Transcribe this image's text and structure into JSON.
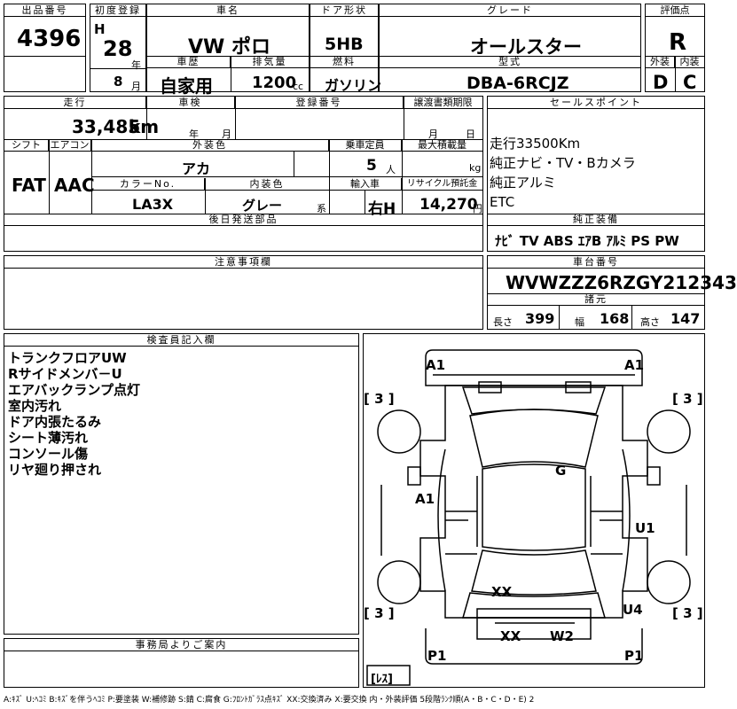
{
  "header": {
    "lot_no_label": "出品番号",
    "lot_no": "4396",
    "first_reg_label": "初度登録",
    "era": "H",
    "year": "28",
    "year_unit": "年",
    "month": "8",
    "month_unit": "月",
    "car_name_label": "車名",
    "car_name": "VW ポロ",
    "door_label": "ドア形状",
    "door": "5HB",
    "grade_label": "グレード",
    "grade": "オールスター",
    "score_label": "評価点",
    "score": "R",
    "history_label": "車歴",
    "history": "自家用",
    "displacement_label": "排気量",
    "displacement": "1200",
    "displacement_unit": "cc",
    "fuel_label": "燃料",
    "fuel": "ガソリン",
    "model_label": "型式",
    "model": "DBA-6RCJZ",
    "exterior_label": "外装",
    "exterior": "D",
    "interior_label": "内装",
    "interior": "C"
  },
  "row2": {
    "mileage_label": "走行",
    "mileage": "33,485",
    "mileage_unit": "km",
    "inspection_label": "車検",
    "insp_year_unit": "年",
    "insp_month_unit": "月",
    "reg_no_label": "登録番号",
    "transfer_label": "譲渡書類期限",
    "transfer_month_unit": "月",
    "transfer_day_unit": "日",
    "shift_label": "シフト",
    "shift": "FAT",
    "ac_label": "エアコン",
    "ac": "AAC",
    "ext_color_label": "外装色",
    "ext_color": "アカ",
    "capacity_label": "乗車定員",
    "capacity": "5",
    "capacity_unit": "人",
    "max_load_label": "最大積載量",
    "max_load_unit": "kg",
    "color_no_label": "カラーNo.",
    "color_no": "LA3X",
    "int_color_label": "内装色",
    "int_color": "グレー",
    "int_color_unit": "系",
    "import_label": "輸入車",
    "import": "右H",
    "recycle_label": "リサイクル預託金",
    "recycle": "14,270",
    "recycle_unit": "円",
    "later_parts_label": "後日発送部品"
  },
  "sales": {
    "label": "セールスポイント",
    "lines": [
      "走行33500Km",
      "純正ナビ・TV・Bカメラ",
      "純正アルミ",
      "ETC"
    ],
    "equip_label": "純正装備",
    "equip": "ﾅﾋﾞ TV ABS ｴｱB ｱﾙﾐ PS PW"
  },
  "notes": {
    "label": "注意事項欄"
  },
  "chassis": {
    "label": "車台番号",
    "vin": "WVWZZZ6RZGY212343",
    "spec_label": "諸元",
    "length_label": "長さ",
    "length": "399",
    "width_label": "幅",
    "width": "168",
    "height_label": "高さ",
    "height": "147"
  },
  "inspector": {
    "label": "検査員記入欄",
    "lines": [
      "トランクフロアUW",
      "Rサイドメンバ－U",
      "エアバックランプ点灯",
      "室内汚れ",
      "ドア内張たるみ",
      "シート薄汚れ",
      "コンソール傷",
      "リヤ廻り押され"
    ]
  },
  "diagram": {
    "marks": {
      "a1_fl": "A1",
      "a1_fr": "A1",
      "a1_side": "A1",
      "g": "G",
      "u1": "U1",
      "xx_rear": "XX",
      "u4": "U4",
      "xx_bumper": "XX",
      "w2": "W2",
      "p1_l": "P1",
      "p1_r": "P1",
      "tire_1": "[ 3 ]",
      "tire_2": "[ 3 ]",
      "tire_3": "[ 3 ]",
      "tire_4": "[ 3 ]",
      "spare": "[ﾚｽ]"
    }
  },
  "office": {
    "label": "事務局よりご案内"
  },
  "legend": "A:ｷｽﾞ U:ﾍｺﾐ B:ｷｽﾞを伴うﾍｺﾐ P:要塗装 W:補修跡 S:錆 C:腐食 G:ﾌﾛﾝﾄｶﾞﾗｽ点ｷｽﾞ XX:交換済み X:要交換 内・外装評価 5段階ﾗﾝｸ順(A・B・C・D・E) 2"
}
